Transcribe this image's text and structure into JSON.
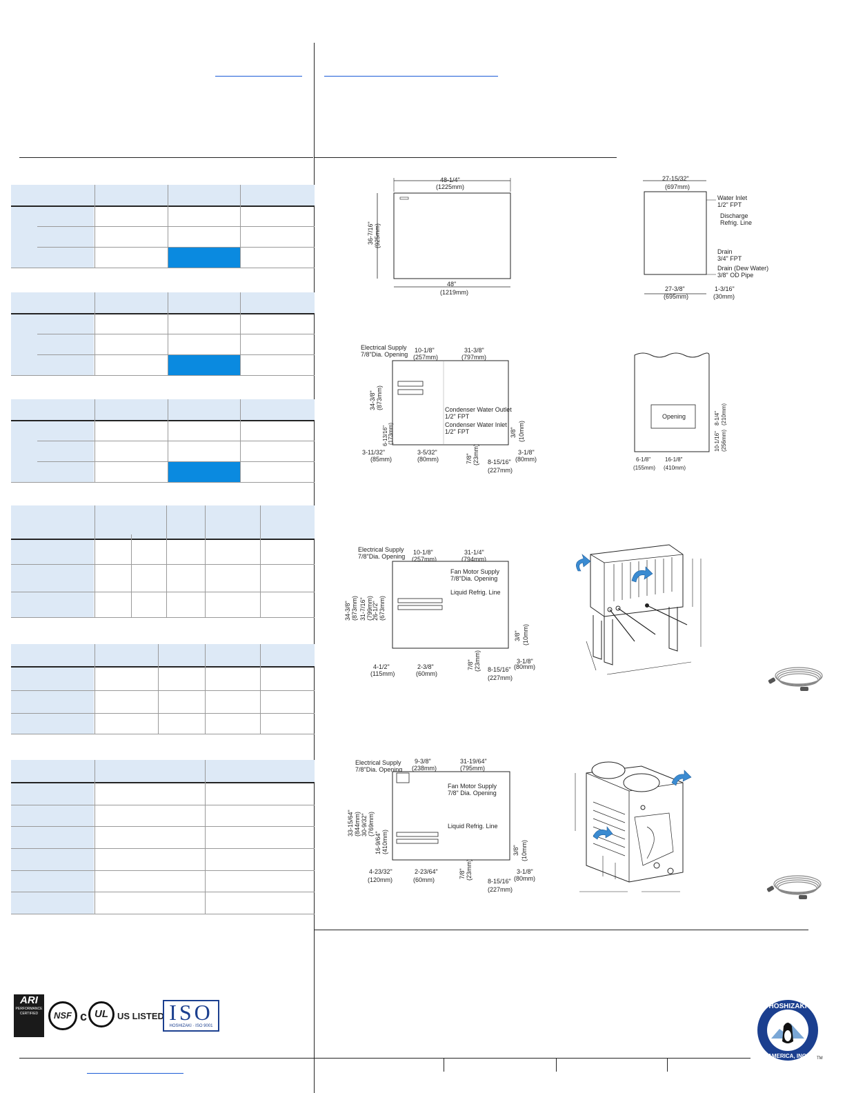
{
  "drawings": {
    "front": {
      "width_top": "48-1/4\"",
      "width_top_mm": "(1225mm)",
      "width_bottom": "48\"",
      "width_bottom_mm": "(1219mm)",
      "height": "36-7/16\"",
      "height_mm": "(925mm)"
    },
    "side": {
      "width_top": "27-15/32\"",
      "width_top_mm": "(697mm)",
      "width_bottom": "27-3/8\"",
      "width_bottom_mm": "(695mm)",
      "offset": "1-3/16\"",
      "offset_mm": "(30mm)",
      "labels": [
        "Water Inlet",
        "1/2\" FPT",
        "Discharge",
        "Refrig. Line",
        "Drain",
        "3/4\" FPT",
        "Drain (Dew Water)",
        "3/8\" OD Pipe"
      ]
    },
    "water": {
      "elec": "Electrical Supply",
      "elec2": "7/8\"Dia. Opening",
      "d1": "10-1/8\"",
      "d1mm": "(257mm)",
      "d2": "31-3/8\"",
      "d2mm": "(797mm)",
      "h1": "34-3/8\"",
      "h1mm": "(873mm)",
      "h2": "6-13/16\"",
      "h2mm": "(173mm)",
      "outlet": "Condenser Water Outlet",
      "outlet2": "1/2\" FPT",
      "inlet": "Condenser Water Inlet",
      "inlet2": "1/2\" FPT",
      "b1": "3-11/32\"",
      "b1mm": "(85mm)",
      "b2": "3-5/32\"",
      "b2mm": "(80mm)",
      "b3": "7/8\"",
      "b3mm": "(23mm)",
      "b4": "8-15/16\"",
      "b4mm": "(227mm)",
      "b5": "3-1/8\"",
      "b5mm": "(80mm)",
      "r1": "3/8\"",
      "r1mm": "(10mm)"
    },
    "opening": {
      "label": "Opening",
      "h1": "8-1/4\"",
      "h1mm": "(210mm)",
      "h2": "10-1/16\"",
      "h2mm": "(256mm)",
      "w1": "6-1/8\"",
      "w1mm": "(155mm)",
      "w2": "16-1/8\"",
      "w2mm": "(410mm)"
    },
    "remote1": {
      "elec": "Electrical Supply",
      "elec2": "7/8\"Dia. Opening",
      "d1": "10-1/8\"",
      "d1mm": "(257mm)",
      "d2": "31-1/4\"",
      "d2mm": "(794mm)",
      "fan": "Fan Motor Supply",
      "fan2": "7/8\"Dia. Opening",
      "liq": "Liquid Refrig. Line",
      "h1": "34-3/8\"",
      "h1mm": "(873mm)",
      "h2": "31-7/16\"",
      "h2mm": "(799mm)",
      "h3": "26-1/2\"",
      "h3mm": "(673mm)",
      "b1": "4-1/2\"",
      "b1mm": "(115mm)",
      "b2": "2-3/8\"",
      "b2mm": "(60mm)",
      "b3": "7/8\"",
      "b3mm": "(23mm)",
      "b4": "8-15/16\"",
      "b4mm": "(227mm)",
      "b5": "3-1/8\"",
      "b5mm": "(80mm)",
      "r1": "3/8\"",
      "r1mm": "(10mm)"
    },
    "remote2": {
      "elec": "Electrical Supply",
      "elec2": "7/8\"Dia. Opening",
      "d1": "9-3/8\"",
      "d1mm": "(238mm)",
      "d2": "31-19/64\"",
      "d2mm": "(795mm)",
      "fan": "Fan Motor Supply",
      "fan2": "7/8\" Dia. Opening",
      "liq": "Liquid Refrig. Line",
      "h1": "33-15/64\"",
      "h1mm": "(844mm)",
      "h2": "30-9/32\"",
      "h2mm": "(769mm)",
      "h3": "16-9/64\"",
      "h3mm": "(410mm)",
      "b1": "4-23/32\"",
      "b1mm": "(120mm)",
      "b2": "2-23/64\"",
      "b2mm": "(60mm)",
      "b3": "7/8\"",
      "b3mm": "(23mm)",
      "b4": "8-15/16\"",
      "b4mm": "(227mm)",
      "b5": "3-1/8\"",
      "b5mm": "(80mm)",
      "r1": "3/8\"",
      "r1mm": "(10mm)"
    }
  },
  "logos": {
    "ari_lines": [
      "ARI",
      "PERFORMANCE",
      "CERTIFIED"
    ],
    "nsf": "NSF",
    "ul_c": "c",
    "ul": "UL",
    "ul_us": "US LISTED",
    "iso": "ISO",
    "iso_sub": "HOSHIZAKI · ISO 9001",
    "hoshizaki": "HOSHIZAKI",
    "america": "AMERICA, INC.",
    "tm": "TM"
  },
  "colors": {
    "header_fill": "#dde9f6",
    "highlight": "#0a8ae0",
    "link": "#1a5bd6"
  }
}
